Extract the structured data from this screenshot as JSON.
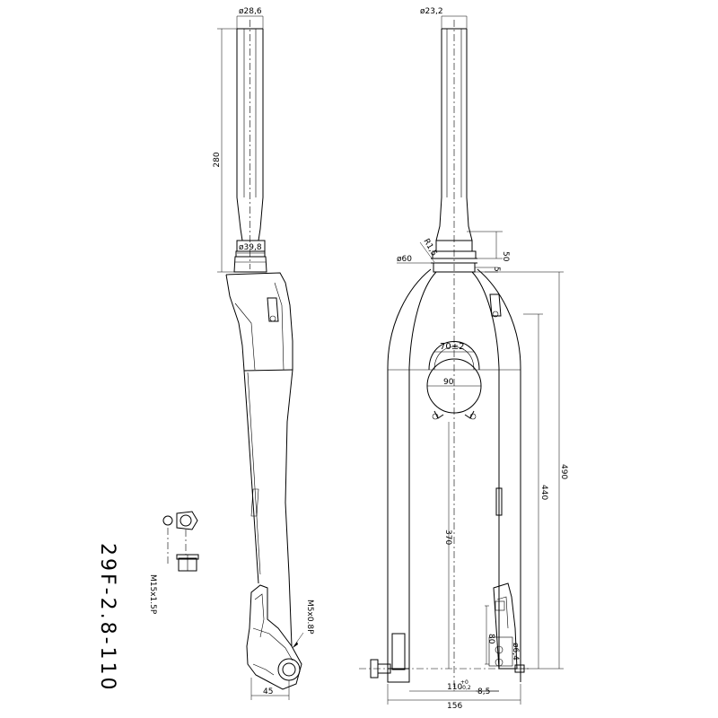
{
  "drawing": {
    "model_code": "29F-2.8-110",
    "side_view": {
      "steerer_top_diameter": "ø28,6",
      "steerer_length": "280",
      "crown_race_diameter": "ø39,8",
      "brake_mount_thread": "M5x0.8P",
      "axle_thread": "M15x1.5P",
      "dropout_offset": "45"
    },
    "front_view": {
      "steerer_top_diameter": "ø23,2",
      "crown_height": "50",
      "crown_diameter": "ø60",
      "crown_radius": "R1,5",
      "crown_spacer": "5",
      "tire_clearance": "70±2",
      "arch_width": "90",
      "axle_to_crown": "370",
      "axle_to_crown_race": "440",
      "overall_length": "490",
      "brake_mount_spacing": "80",
      "brake_mount_hole": "ø6,4",
      "hub_spacing": "110",
      "hub_spacing_tolerance_upper": "+0",
      "hub_spacing_tolerance_lower": "-0,2",
      "dropout_thickness": "8,5",
      "overall_width": "156"
    }
  }
}
